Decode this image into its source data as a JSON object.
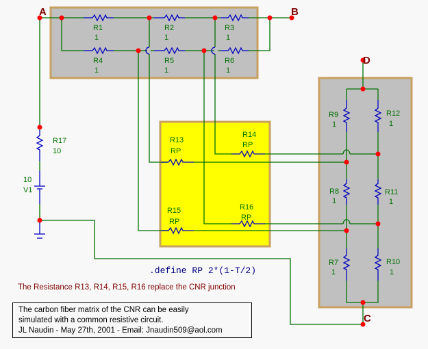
{
  "nodes": [
    {
      "id": "A",
      "label": "A"
    },
    {
      "id": "B",
      "label": "B"
    },
    {
      "id": "C",
      "label": "C"
    },
    {
      "id": "D",
      "label": "D"
    }
  ],
  "components": {
    "R1": {
      "name": "R1",
      "value": "1"
    },
    "R2": {
      "name": "R2",
      "value": "1"
    },
    "R3": {
      "name": "R3",
      "value": "1"
    },
    "R4": {
      "name": "R4",
      "value": "1"
    },
    "R5": {
      "name": "R5",
      "value": "1"
    },
    "R6": {
      "name": "R6",
      "value": "1"
    },
    "R7": {
      "name": "R7",
      "value": "1"
    },
    "R8": {
      "name": "R8",
      "value": "1"
    },
    "R9": {
      "name": "R9",
      "value": "1"
    },
    "R10": {
      "name": "R10",
      "value": "1"
    },
    "R11": {
      "name": "R11",
      "value": "1"
    },
    "R12": {
      "name": "R12",
      "value": "1"
    },
    "R13": {
      "name": "R13",
      "value": "RP"
    },
    "R14": {
      "name": "R14",
      "value": "RP"
    },
    "R15": {
      "name": "R15",
      "value": "RP"
    },
    "R16": {
      "name": "R16",
      "value": "RP"
    },
    "R17": {
      "name": "R17",
      "value": "10"
    },
    "V1": {
      "name": "V1",
      "value": "10"
    }
  },
  "define_directive": ".define RP 2*(1-T/2)",
  "note": "The Resistance R13, R14, R15, R16 replace the CNR  junction",
  "info": {
    "line1": "The carbon fiber matrix of the CNR can be easily",
    "line2": "simulated with a common resistive circuit.",
    "line3": "JL Naudin - May 27th, 2001 - Email: Jnaudin509@aol.com"
  },
  "colors": {
    "wire": "#007000",
    "resistor": "#0000c0",
    "junction": "#ff0000",
    "node_label": "#800000",
    "panel_gray": "#c0c0c0",
    "panel_yellow": "#ffff00",
    "panel_border": "#c8a060"
  }
}
